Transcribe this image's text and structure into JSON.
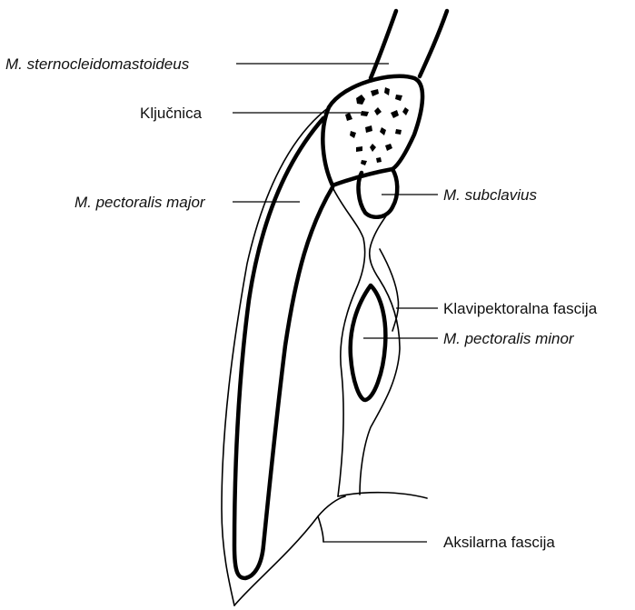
{
  "labels": {
    "sternocleidomastoideus": "M. sternocleidomastoideus",
    "kljucnica": "Ključnica",
    "pectoralis_major": "M. pectoralis major",
    "subclavius": "M. subclavius",
    "klavipektoralna_fascija": "Klavipektoralna fascija",
    "pectoralis_minor": "M. pectoralis minor",
    "aksilarna_fascija": "Aksilarna fascija"
  },
  "styles": {
    "label_color": "#111111",
    "line_color": "#000000",
    "background": "#ffffff"
  }
}
